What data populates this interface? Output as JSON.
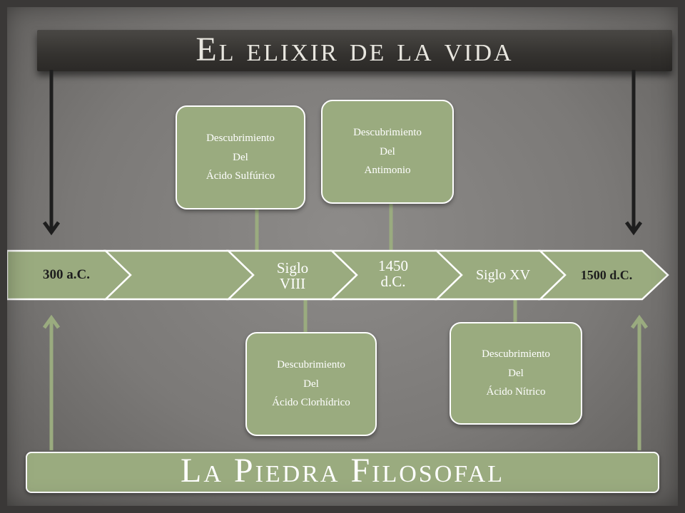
{
  "title_top": "El elixir de la vida",
  "title_bottom": "La Piedra Filosofal",
  "colors": {
    "green": "#9aab7f",
    "white": "#ffffff",
    "banner_dark": "#34322f",
    "arrow_dark": "#1e1e1e",
    "background": "#7b7977"
  },
  "timeline": [
    {
      "label": "300 a.C."
    },
    {
      "label": ""
    },
    {
      "label": "Siglo VIII"
    },
    {
      "label": "1450 d.C."
    },
    {
      "label": "Siglo XV"
    },
    {
      "label": "1500 d.C."
    }
  ],
  "events_above": [
    {
      "line1": "Descubrimiento",
      "line2": "Del",
      "line3": "Ácido Sulfúrico"
    },
    {
      "line1": "Descubrimiento",
      "line2": "Del",
      "line3": "Antimonio"
    }
  ],
  "events_below": [
    {
      "line1": "Descubrimiento",
      "line2": "Del",
      "line3": "Ácido Clorhídrico"
    },
    {
      "line1": "Descubrimiento",
      "line2": "Del",
      "line3": "Ácido Nítrico"
    }
  ]
}
